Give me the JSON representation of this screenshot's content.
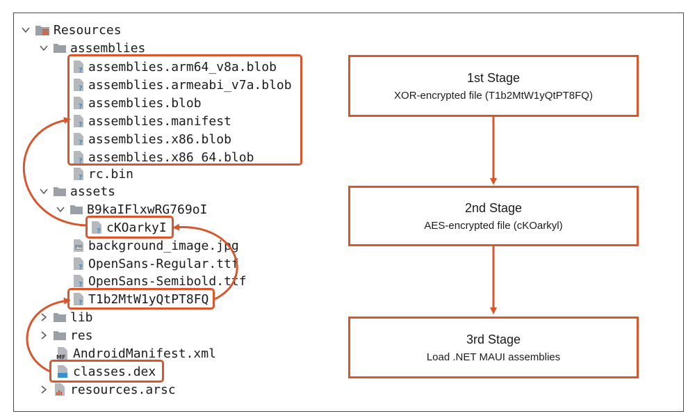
{
  "tree": {
    "root": {
      "label": "Resources",
      "icon": "resources-folder-icon"
    },
    "assemblies_folder": {
      "label": "assemblies"
    },
    "assemblies_files": [
      {
        "label": "assemblies.arm64_v8a.blob"
      },
      {
        "label": "assemblies.armeabi_v7a.blob"
      },
      {
        "label": "assemblies.blob"
      },
      {
        "label": "assemblies.manifest"
      },
      {
        "label": "assemblies.x86.blob"
      },
      {
        "label": "assemblies.x86_64.blob"
      }
    ],
    "rc_bin": {
      "label": "rc.bin"
    },
    "assets_folder": {
      "label": "assets"
    },
    "subfolder": {
      "label": "B9kaIFlxwRG769oI"
    },
    "ckoarky": {
      "label": "cKOarkyI"
    },
    "background_image": {
      "label": "background_image.jpg"
    },
    "opensans_regular": {
      "label": "OpenSans-Regular.ttf"
    },
    "opensans_semibold": {
      "label": "OpenSans-Semibold.ttf"
    },
    "t1b2": {
      "label": "T1b2MtW1yQtPT8FQ"
    },
    "lib_folder": {
      "label": "lib"
    },
    "res_folder": {
      "label": "res"
    },
    "manifest": {
      "label": "AndroidManifest.xml",
      "badge": "MF"
    },
    "classes_dex": {
      "label": "classes.dex"
    },
    "resources_arsc": {
      "label": "resources.arsc"
    }
  },
  "stages": [
    {
      "title": "1st Stage",
      "desc": "XOR-encrypted file (T1b2MtW1yQtPT8FQ)"
    },
    {
      "title": "2nd Stage",
      "desc": "AES-encrypted file (cKOarkyl)"
    },
    {
      "title": "3rd Stage",
      "desc": "Load .NET MAUI assemblies"
    }
  ],
  "colors": {
    "accent": "#d9552c",
    "folder": "#9aa0a6",
    "file": "#b5b9be",
    "question": "#3a8fd1"
  }
}
